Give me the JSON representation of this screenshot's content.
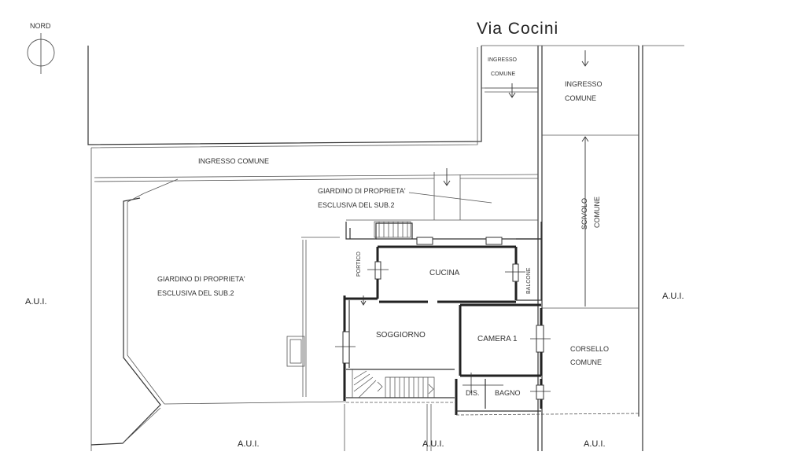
{
  "north": {
    "label": "NORD"
  },
  "street": {
    "name": "Via  Cocini"
  },
  "areas": {
    "ingresso_comune_small": [
      "INGRESSO",
      "COMUNE"
    ],
    "ingresso_comune_right": [
      "INGRESSO",
      "COMUNE"
    ],
    "ingresso_comune_main": "INGRESSO     COMUNE",
    "giardino_top": [
      "GIARDINO DI PROPRIETA'",
      "ESCLUSIVA  DEL  SUB.2"
    ],
    "giardino_left": [
      "GIARDINO DI PROPRIETA'",
      "ESCLUSIVA  DEL  SUB.2"
    ],
    "scivolo": [
      "SCIVOLO",
      "COMUNE"
    ],
    "corsello": [
      "CORSELLO",
      "COMUNE"
    ]
  },
  "rooms": {
    "cucina": "CUCINA",
    "soggiorno": "SOGGIORNO",
    "camera": "CAMERA  1",
    "bagno": "BAGNO",
    "dis": "DIS.",
    "portico": "PORTICO",
    "balcone": "BALCONE"
  },
  "aui": {
    "left": "A.U.I.",
    "right": "A.U.I.",
    "bottom_left": "A.U.I.",
    "bottom_mid": "A.U.I.",
    "bottom_right": "A.U.I."
  }
}
